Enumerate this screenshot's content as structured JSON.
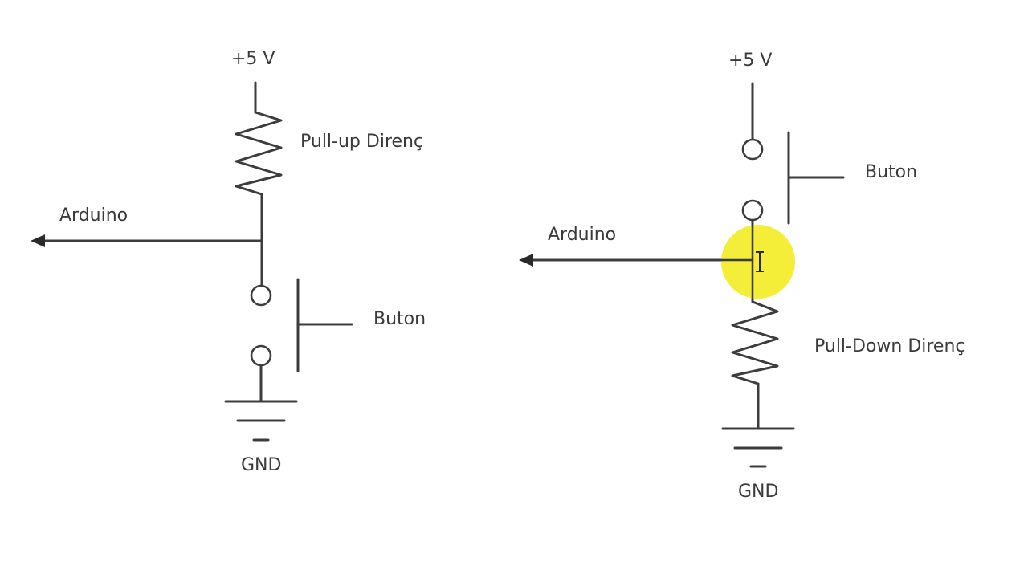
{
  "colors": {
    "wire": "#3c3c3c",
    "text": "#3a3a3a",
    "cursor_highlight": "#f4ec1c",
    "background": "#ffffff"
  },
  "pull_up_circuit": {
    "supply_label": "+5 V",
    "resistor_label": "Pull-up  Direnç",
    "output_label": "Arduino",
    "button_label": "Buton",
    "ground_label": "GND",
    "ground_sign": "—"
  },
  "pull_down_circuit": {
    "supply_label": "+5 V",
    "button_label": "Buton",
    "output_label": "Arduino",
    "resistor_label": "Pull-Down Direnç",
    "ground_label": "GND",
    "ground_sign": "—"
  },
  "cursor": {
    "icon": "text-cursor-icon",
    "glyph": "I"
  }
}
